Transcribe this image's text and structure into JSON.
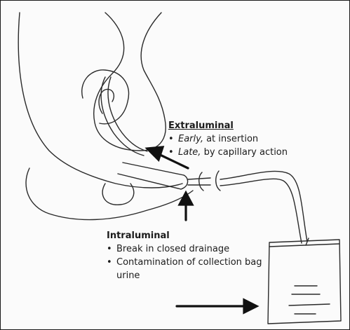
{
  "extraluminal": {
    "heading": "Extraluminal",
    "items": [
      {
        "emphasis": "Early,",
        "text": " at insertion"
      },
      {
        "emphasis": "Late,",
        "text": " by capillary action"
      }
    ]
  },
  "intraluminal": {
    "heading": "Intraluminal",
    "items": [
      {
        "text": "Break in closed drainage"
      },
      {
        "text": "Contamination of collection bag urine"
      }
    ]
  },
  "colors": {
    "ink": "#1b1b1b",
    "background": "#fbfbfb"
  }
}
